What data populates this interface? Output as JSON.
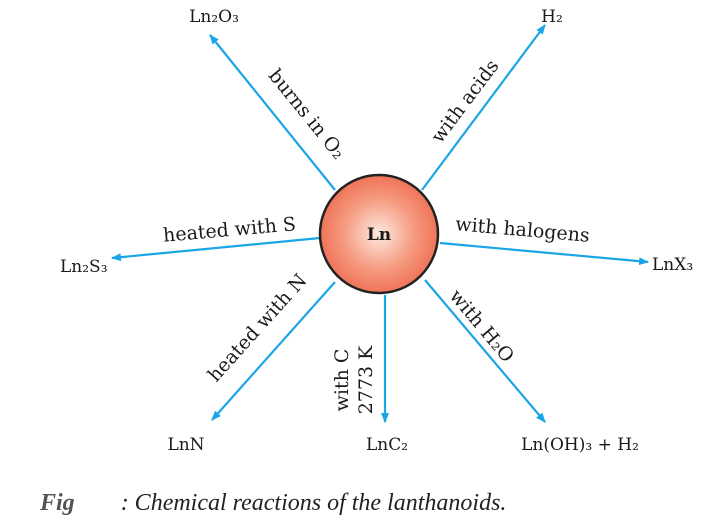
{
  "diagram": {
    "center": {
      "label": "Ln",
      "fill": "#f07a60"
    },
    "arrow_color": "#1ba5e6",
    "products": {
      "ln2o3": "Ln₂O₃",
      "h2": "H₂",
      "lnx3": "LnX₃",
      "ln2s3": "Ln₂S₃",
      "lnn": "LnN",
      "lnc2": "LnC₂",
      "lnoh3": "Ln(OH)₃ + H₂"
    },
    "conditions": {
      "o2": "burns in O₂",
      "acids": "with acids",
      "halogens": "with halogens",
      "sulfur": "heated with S",
      "nitrogen": "heated with N",
      "carbon_1": "with C",
      "carbon_2": "2773 K",
      "water": "with H₂O"
    }
  },
  "caption": {
    "fig": "Fig",
    "text": ":  Chemical reactions of the lanthanoids."
  }
}
